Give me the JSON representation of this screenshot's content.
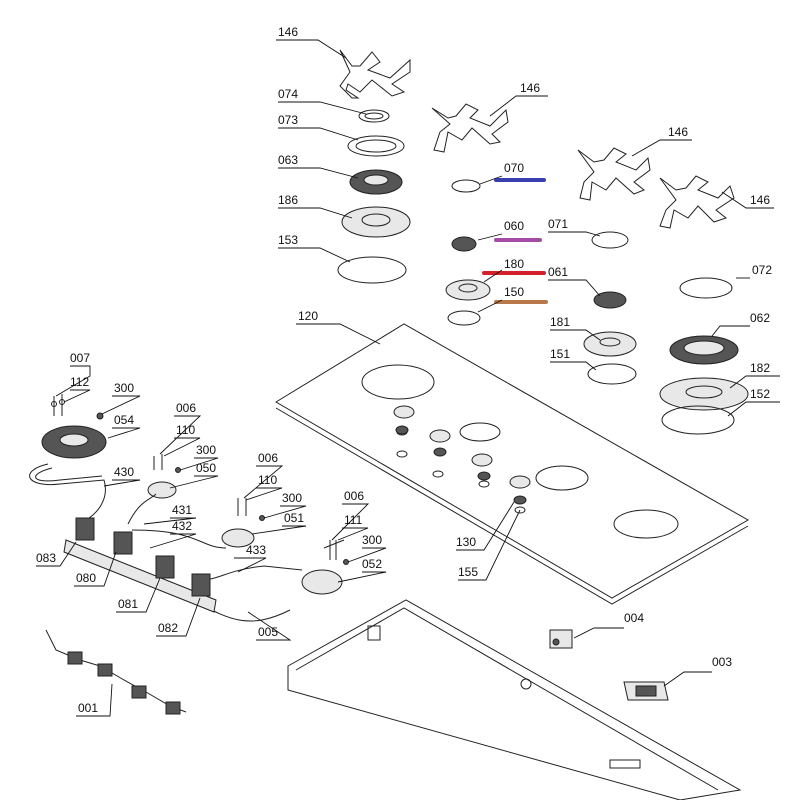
{
  "labels": {
    "p146a": "146",
    "p146b": "146",
    "p146c": "146",
    "p146d": "146",
    "p074": "074",
    "p073": "073",
    "p063": "063",
    "p186": "186",
    "p153": "153",
    "p070": "070",
    "p060": "060",
    "p071": "071",
    "p180": "180",
    "p150": "150",
    "p061": "061",
    "p072": "072",
    "p120": "120",
    "p181": "181",
    "p151": "151",
    "p062": "062",
    "p182": "182",
    "p152": "152",
    "p007": "007",
    "p112": "112",
    "p300a": "300",
    "p054": "054",
    "p006a": "006",
    "p110a": "110",
    "p300b": "300",
    "p050": "050",
    "p430": "430",
    "p006b": "006",
    "p110b": "110",
    "p300c": "300",
    "p051": "051",
    "p431": "431",
    "p432": "432",
    "p006c": "006",
    "p111": "111",
    "p300d": "300",
    "p052": "052",
    "p083": "083",
    "p080": "080",
    "p433": "433",
    "p081": "081",
    "p082": "082",
    "p005": "005",
    "p130": "130",
    "p155": "155",
    "p004": "004",
    "p003": "003",
    "p001": "001"
  },
  "colors": {
    "marker_070": "#3a3fb0",
    "marker_060": "#a64aa8",
    "marker_180": "#d4202a",
    "marker_150": "#b8794a"
  }
}
